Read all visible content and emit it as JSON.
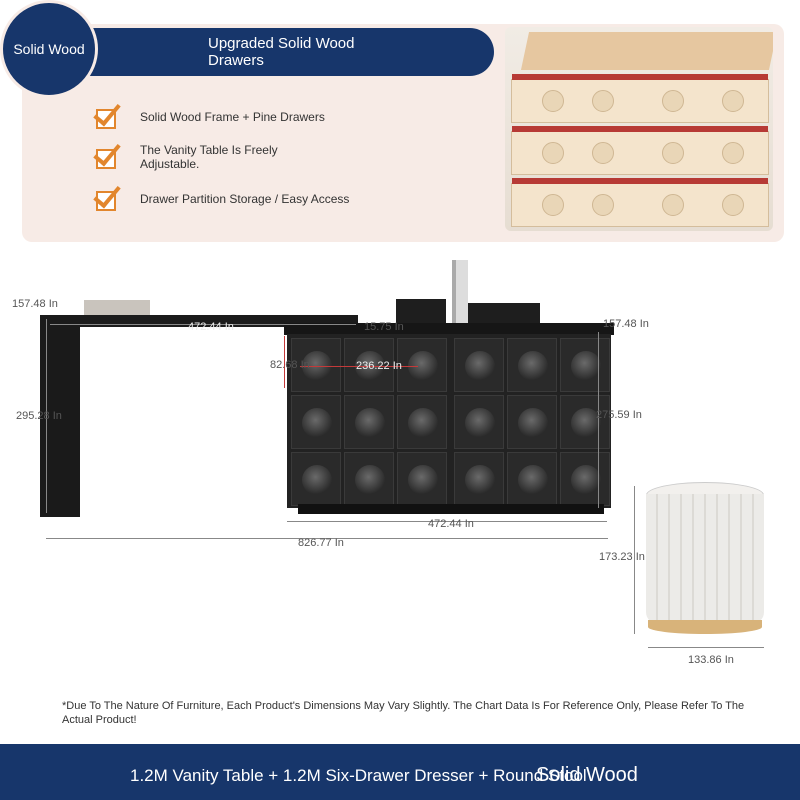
{
  "header": {
    "badge": "Solid Wood",
    "banner_title": "Upgraded Solid Wood Drawers"
  },
  "features": [
    "Solid Wood Frame + Pine Drawers",
    "The Vanity Table Is Freely Adjustable.",
    "Drawer Partition Storage / Easy Access"
  ],
  "dimensions": {
    "table_height_top": "157.48 In",
    "table_length": "472.44 In",
    "gap": "15.75 In",
    "dresser_depth": "157.48 In",
    "drawer_height": "82.68 In",
    "drawer_width": "236.22 In",
    "table_height": "295.28 In",
    "dresser_height": "275.59 In",
    "dresser_length": "472.44 In",
    "total_length": "826.77 In",
    "stool_height": "173.23 In",
    "stool_diameter": "133.86 In"
  },
  "disclaimer": "*Due To The Nature Of Furniture, Each Product's Dimensions May Vary Slightly. The Chart Data Is For Reference Only, Please Refer To The Actual Product!",
  "footer": {
    "description": "1.2M Vanity Table + 1.2M Six-Drawer Dresser + Round Stool",
    "brand": "Solid Wood"
  },
  "colors": {
    "navy": "#17366b",
    "accent": "#e2862d",
    "panel": "#f7ebe6"
  }
}
